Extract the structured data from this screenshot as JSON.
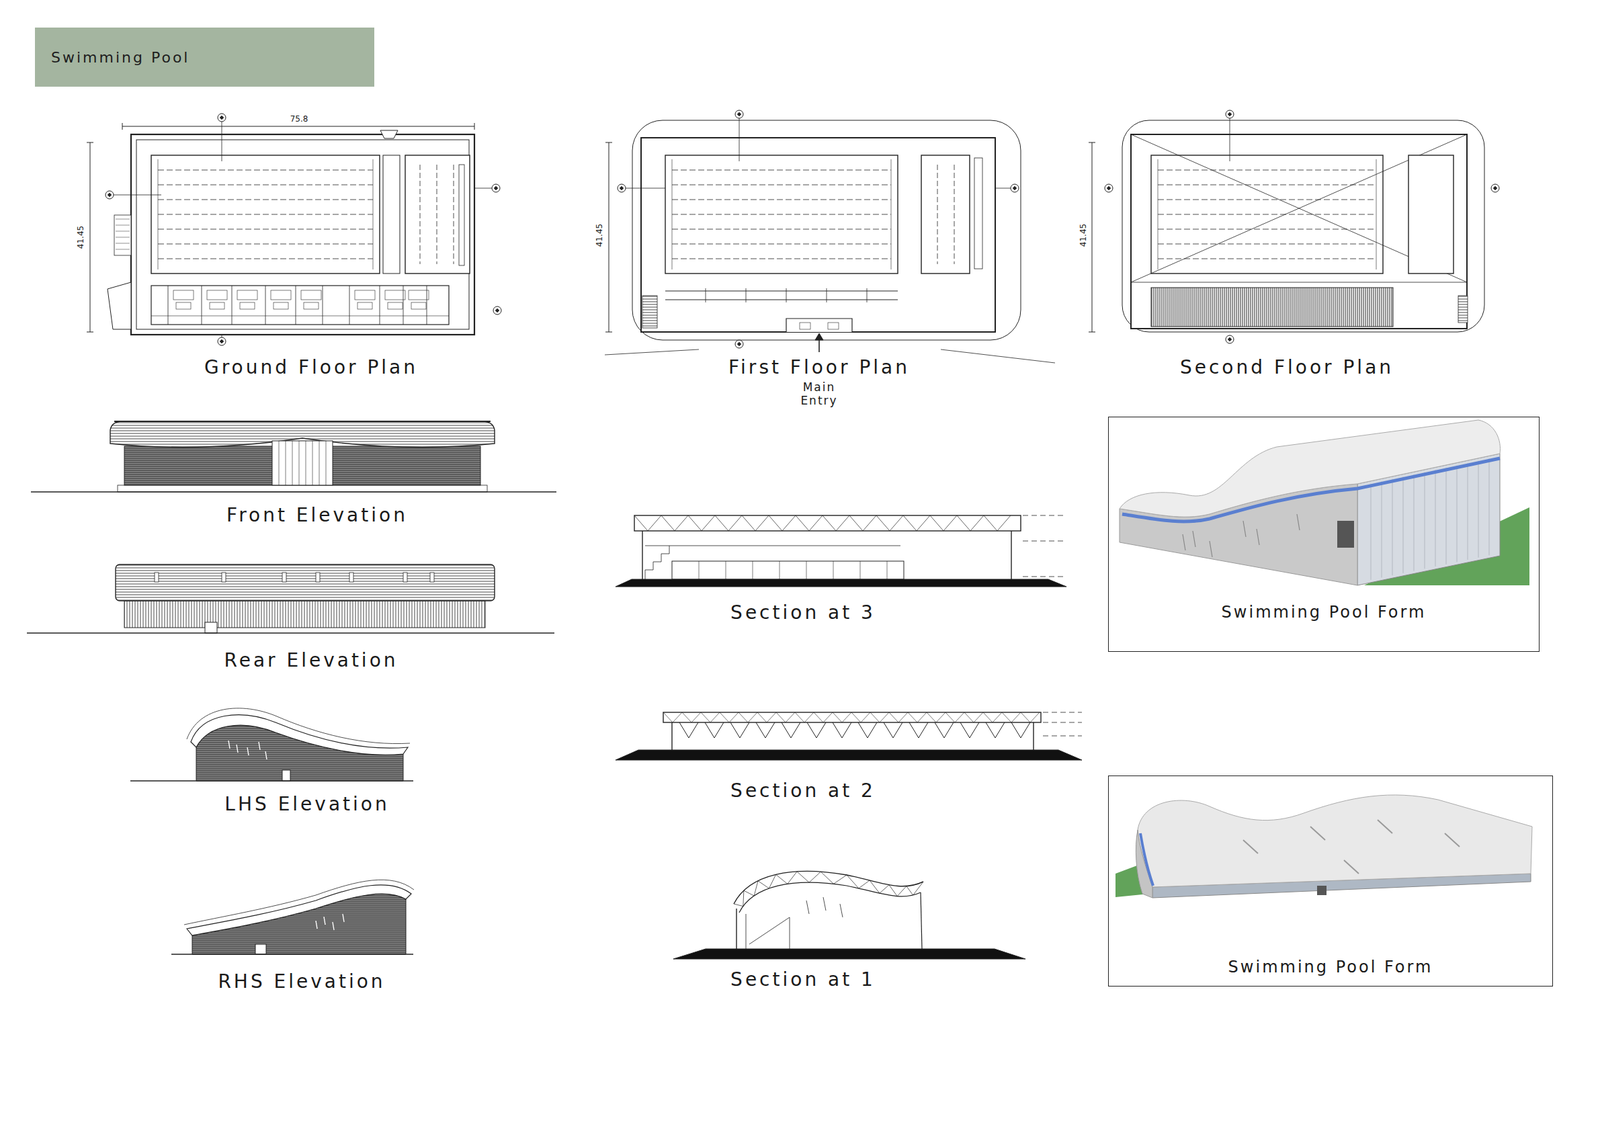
{
  "diagram": {
    "title": "Swimming Pool",
    "nodes": [
      {
        "text": [
          "Swimming Pool Form"
        ]
      },
      {
        "text": [
          "Swimming Pool Form"
        ]
      }
    ],
    "labels": [
      "75.8",
      "41.45",
      "41.45",
      "41.45",
      "Ground Floor Plan",
      "First Floor Plan",
      "Main Entry",
      "Second Floor Plan",
      "Front Elevation",
      "Rear Elevation",
      "Section at 3",
      "LHS Elevation",
      "Section at 2",
      "RHS Elevation",
      "Section at 1"
    ]
  }
}
